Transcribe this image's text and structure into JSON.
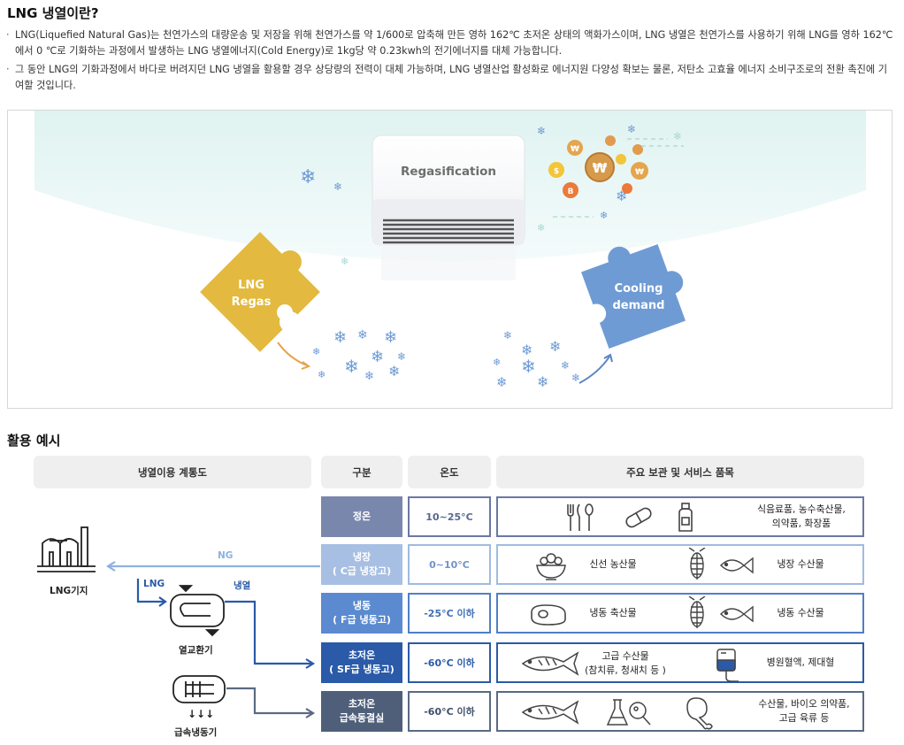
{
  "intro": {
    "title": "LNG 냉열이란?",
    "bullets": [
      "LNG(Liquefied Natural Gas)는 천연가스의 대량운송 및 저장을 위해 천연가스를 약 1/600로 압축해 만든 영하 162℃ 초저온 상태의 액화가스이며, LNG 냉열은 천연가스를 사용하기 위해 LNG를 영하 162℃에서 0 ℃로 기화하는 과정에서 발생하는 LNG 냉열에너지(Cold Energy)로 1kg당 약 0.23kwh의 전기에너지를 대체 가능합니다.",
      "그 동안 LNG의 기화과정에서 바다로 버려지던 LNG 냉열을 활용할 경우 상당량의 전력이 대체 가능하며, LNG 냉열산업 활성화로 에너지원 다양성 확보는 물론, 저탄소 고효율 에너지 소비구조로의 전환 촉진에 기여할 것입니다."
    ]
  },
  "hero": {
    "regasification": "Regasification",
    "lng_regas": [
      "LNG",
      "Regas"
    ],
    "cooling_demand": [
      "Cooling",
      "demand"
    ],
    "colors": {
      "yellow": "#e3b93f",
      "blue": "#6f9bd4",
      "mint": "#e6f5f4"
    }
  },
  "usage": {
    "title": "활용 예시",
    "headers": {
      "diagram": "냉열이용 계통도",
      "category": "구분",
      "temperature": "온도",
      "items": "주요 보관 및 서비스 품목"
    },
    "diagram": {
      "lng_base": "LNG기지",
      "ng": "NG",
      "lng": "LNG",
      "cold_heat": "냉열",
      "heat_exchanger": "열교환기",
      "quick_freezer": "급속냉동기",
      "arrows": "↓↓↓"
    },
    "rows": [
      {
        "cat": [
          "정온"
        ],
        "temp": "10~25°C",
        "color": "#7a87ad",
        "border": "#6a78a3",
        "items": [
          {
            "text": [
              "식음료품, 농수축산물,",
              "의약품, 화장품"
            ]
          }
        ]
      },
      {
        "cat": [
          "냉장",
          "( C급 냉장고)"
        ],
        "temp": "0~10°C",
        "color": "#a7bfe2",
        "border": "#9fbbe0",
        "items": [
          {
            "text": [
              "신선 농산물"
            ]
          },
          {
            "text": [
              "냉장 수산물"
            ]
          }
        ]
      },
      {
        "cat": [
          "냉동",
          "( F급 냉동고)"
        ],
        "temp": "-25°C 이하",
        "color": "#5b8ad0",
        "border": "#4f7fc6",
        "items": [
          {
            "text": [
              "냉동 축산물"
            ]
          },
          {
            "text": [
              "냉동 수산물"
            ]
          }
        ]
      },
      {
        "cat": [
          "초저온",
          "( SF급 냉동고)"
        ],
        "temp": "-60°C 이하",
        "color": "#2a5aa8",
        "border": "#2a5aa8",
        "items": [
          {
            "text": [
              "고급 수산물",
              "(참치류, 청새치 등 )"
            ]
          },
          {
            "text": [
              "병원혈액, 제대혈"
            ]
          }
        ]
      },
      {
        "cat": [
          "초저온",
          "급속동결실"
        ],
        "temp": "-60°C 이하",
        "color": "#4f5f7a",
        "border": "#5a6a85",
        "items": [
          {
            "text": [
              "수산물, 바이오 의약품,",
              "고급 육류 등"
            ]
          }
        ]
      }
    ]
  }
}
